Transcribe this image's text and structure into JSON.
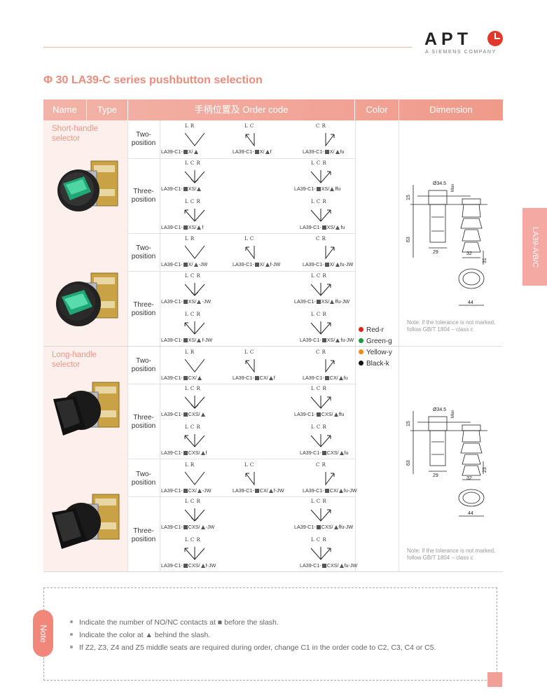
{
  "logo": {
    "word": "APT",
    "sub": "A SIEMENS COMPANY",
    "circle_color": "#e2372b"
  },
  "title": "Φ 30 LA39-C series pushbutton selection",
  "header": {
    "name": "Name",
    "type": "Type",
    "order": "手柄位置及 Order code",
    "color": "Color",
    "dimension": "Dimension"
  },
  "groups": {
    "short": "Short-handle selector",
    "long": "Long-handle selector"
  },
  "types": {
    "two": "Two-position",
    "three": "Three-position"
  },
  "labels": {
    "lr": "L    R",
    "lc": "L C",
    "cr": "C R",
    "lcr": "L  C  R"
  },
  "codes": {
    "s1a": [
      "LA39-C1-",
      "X/",
      ""
    ],
    "s1b": [
      "LA39-C1-",
      "X/",
      "f"
    ],
    "s1c": [
      "LA39-C1-",
      "X/",
      "fu"
    ],
    "s2a": [
      "LA39-C1-",
      "XS/",
      ""
    ],
    "s2b": [
      "LA39-C1-",
      "XS/",
      "ffu"
    ],
    "s2c": [
      "LA39-C1-",
      "XS/",
      "f"
    ],
    "s2d": [
      "LA39-C1-",
      "XS/",
      "fu"
    ],
    "s3a": [
      "LA39-C1-",
      "X/",
      "-JW"
    ],
    "s3b": [
      "LA39-C1-",
      "X/",
      "f-JW"
    ],
    "s3c": [
      "LA39-C1-",
      "X/",
      "fu-JW"
    ],
    "s4a": [
      "LA39-C1-",
      "XS/",
      "-JW"
    ],
    "s4b": [
      "LA39-C1-",
      "XS/",
      "ffu-JW"
    ],
    "s4c": [
      "LA39-C1-",
      "XS/",
      "f-JW"
    ],
    "s4d": [
      "LA39-C1-",
      "XS/",
      "fu-JW"
    ],
    "l1a": [
      "LA39-C1-",
      "CX/",
      ""
    ],
    "l1b": [
      "LA39-C1-",
      "CX/",
      "f"
    ],
    "l1c": [
      "LA39-C1-",
      "CX/",
      "fu"
    ],
    "l2a": [
      "LA39-C1-",
      "CXS/",
      ""
    ],
    "l2b": [
      "LA39-C1-",
      "CXS/",
      "ffu"
    ],
    "l2c": [
      "LA39-C1-",
      "CXS/",
      "f"
    ],
    "l2d": [
      "LA39-C1-",
      "CXS/",
      "fu"
    ],
    "l3a": [
      "LA39-C1-",
      "CX/",
      "-JW"
    ],
    "l3b": [
      "LA39-C1-",
      "CX/",
      "f-JW"
    ],
    "l3c": [
      "LA39-C1-",
      "CX/",
      "fu-JW"
    ],
    "l4a": [
      "LA39-C1-",
      "CXS/",
      "-JW"
    ],
    "l4b": [
      "LA39-C1-",
      "CXS/",
      "ffu-JW"
    ],
    "l4c": [
      "LA39-C1-",
      "CXS/",
      "f-JW"
    ],
    "l4d": [
      "LA39-C1-",
      "CXS/",
      "fu-JW"
    ]
  },
  "colors": [
    {
      "label": "Red-r",
      "hex": "#d9251c"
    },
    {
      "label": "Green-g",
      "hex": "#1a9a3c"
    },
    {
      "label": "Yellow-y",
      "hex": "#f08a1c"
    },
    {
      "label": "Black-k",
      "hex": "#111111"
    }
  ],
  "dimension": {
    "d1": "Ø34.5",
    "max": "Max",
    "h1": "15",
    "h2": "63",
    "w1": "29",
    "w2": "32",
    "h3": "31",
    "w3": "44",
    "d1b": "Ø34.5",
    "maxb": "Max",
    "h1b": "15",
    "h2b": "63",
    "w1b": "29",
    "w2b": "32",
    "h3b": "23",
    "w3b": "44",
    "note": "Note: if the tolerance is not marked, follow GB/T 1804 – class c"
  },
  "sidetab": "LA39-A/B/C",
  "note_badge": "Note",
  "notes": [
    "Indicate the number of NO/NC contacts at ■ before the slash.",
    "Indicate the color at ▲ behind the slash.",
    "If Z2, Z3, Z4 and Z5 middle seats are required during order, change C1 in the order code to C2, C3, C4 or C5."
  ]
}
